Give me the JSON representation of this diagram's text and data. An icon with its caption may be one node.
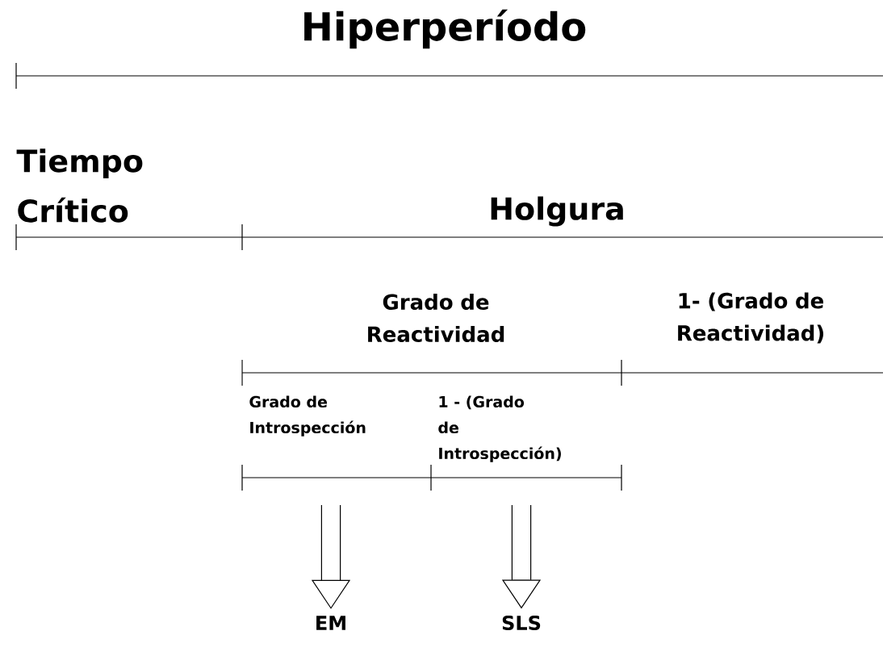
{
  "diagram": {
    "title": "Hiperperíodo",
    "nodes": [
      {
        "text": [
          "Grado de Introspección"
        ]
      },
      {
        "text": [
          "1 - (Grado de Introspección)"
        ]
      },
      {
        "text": [
          "EM"
        ]
      },
      {
        "text": [
          "SLS"
        ]
      }
    ],
    "edges": [
      {
        "from": null,
        "to": 2,
        "arrow": "to"
      },
      {
        "from": null,
        "to": 3,
        "arrow": "to"
      }
    ],
    "labels": [
      "Tiempo Crítico",
      "Holgura",
      "Grado de Reactividad",
      "1- (Grado de Reactividad)"
    ]
  }
}
